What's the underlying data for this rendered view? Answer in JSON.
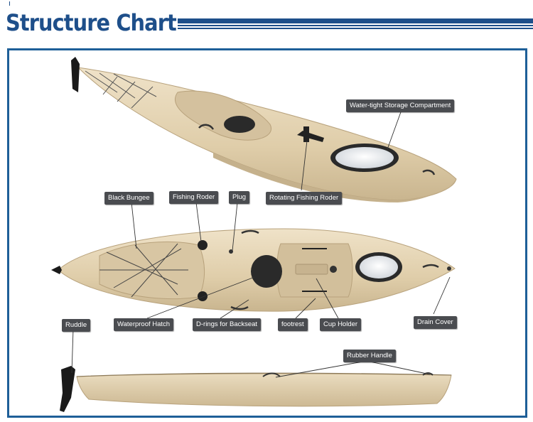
{
  "page": {
    "title": "Structure Chart"
  },
  "colors": {
    "accent": "#1e4f8a",
    "frame": "#1e5f98",
    "label_bg": "#4a4c50",
    "hull": "#e3d2b4"
  },
  "labels": {
    "storage": "Water-tight Storage Compartment",
    "rotating_rod": "Rotating Fishing Roder",
    "black_bungee": "Black Bungee",
    "fishing_roder": "Fishing Roder",
    "plug": "Plug",
    "waterproof_hatch": "Waterproof Hatch",
    "d_rings": "D-rings for Backseat",
    "footrest": "footrest",
    "cup_holder": "Cup Holder",
    "drain_cover": "Drain Cover",
    "ruddle": "Ruddle",
    "rubber_handle": "Rubber Handle"
  }
}
